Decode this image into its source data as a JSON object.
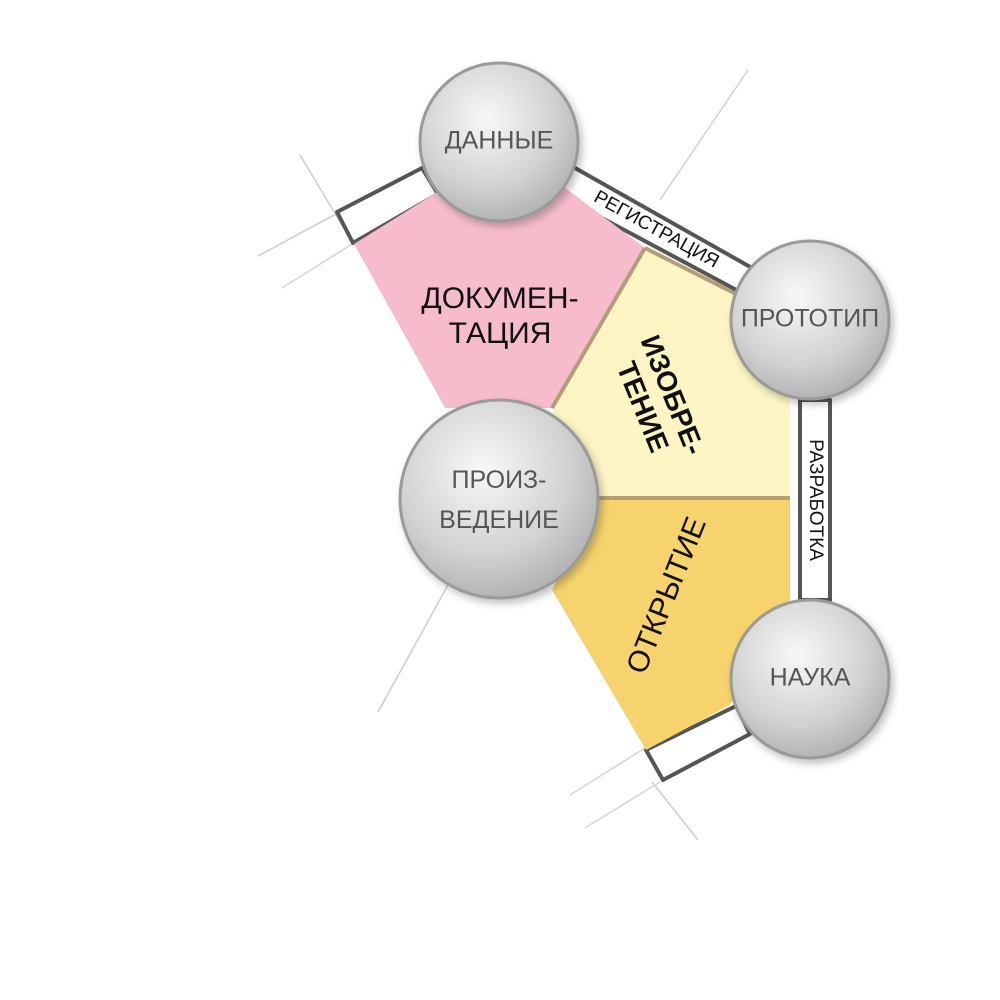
{
  "colors": {
    "documentation": "#f7bccb",
    "invention": "#fdf5c4",
    "discovery": "#f6d36c",
    "seam": "#b59d7a",
    "node_light": "#f8f8f8",
    "node_dark": "#aaaaaa",
    "node_stroke": "#9a9a9a",
    "band": "#555555",
    "ray": "#cfcfcf"
  },
  "nodes": {
    "data": "ДАННЫЕ",
    "prototype": "ПРОТОТИП",
    "production_line1": "ПРОИЗ-",
    "production_line2": "ВЕДЕНИЕ",
    "science": "НАУКА"
  },
  "regions": {
    "documentation_line1": "ДОКУМЕН-",
    "documentation_line2": "ТАЦИЯ",
    "invention_line1": "ИЗОБРЕ-",
    "invention_line2": "ТЕНИЕ",
    "discovery": "ОТКРЫТИЕ"
  },
  "bands": {
    "registration": "РЕГИСТРАЦИЯ",
    "development": "РАЗРАБОТКА"
  }
}
